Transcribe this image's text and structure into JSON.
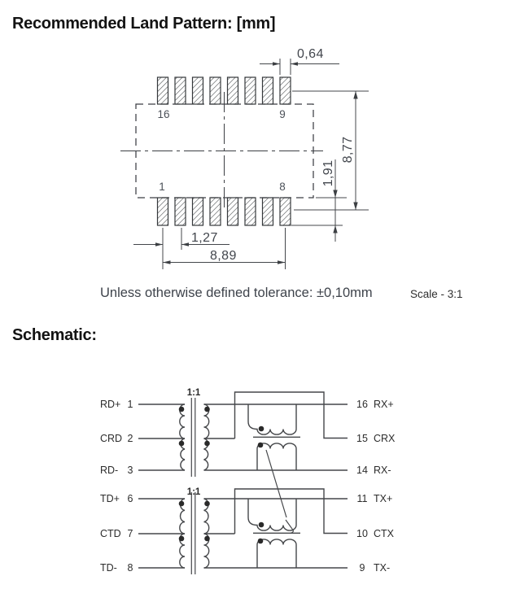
{
  "land_pattern": {
    "heading": "Recommended Land Pattern: [mm]",
    "pad_numbers": {
      "top_left": "16",
      "top_right": "9",
      "bottom_left": "1",
      "bottom_right": "8"
    },
    "dims": {
      "pad_width": "0,64",
      "outer_span": "8,77",
      "pad_length": "1,91",
      "pitch": "1,27",
      "row_span": "8,89"
    },
    "tolerance_note": "Unless otherwise defined tolerance: ±0,10mm",
    "scale_note": "Scale - 3:1"
  },
  "schematic": {
    "heading": "Schematic:",
    "turns_ratio": "1:1",
    "channels": [
      {
        "left": [
          {
            "name": "RD+",
            "pin": "1"
          },
          {
            "name": "CRD",
            "pin": "2"
          },
          {
            "name": "RD-",
            "pin": "3"
          }
        ],
        "right": [
          {
            "pin": "16",
            "name": "RX+"
          },
          {
            "pin": "15",
            "name": "CRX"
          },
          {
            "pin": "14",
            "name": "RX-"
          }
        ]
      },
      {
        "left": [
          {
            "name": "TD+",
            "pin": "6"
          },
          {
            "name": "CTD",
            "pin": "7"
          },
          {
            "name": "TD-",
            "pin": "8"
          }
        ],
        "right": [
          {
            "pin": "11",
            "name": "TX+"
          },
          {
            "pin": "10",
            "name": "CTX"
          },
          {
            "pin": "9",
            "name": "TX-"
          }
        ]
      }
    ]
  },
  "colors": {
    "line": "#45474a",
    "dim_line": "#44474b",
    "dim_text": "#42464d",
    "heading": "#131313"
  }
}
